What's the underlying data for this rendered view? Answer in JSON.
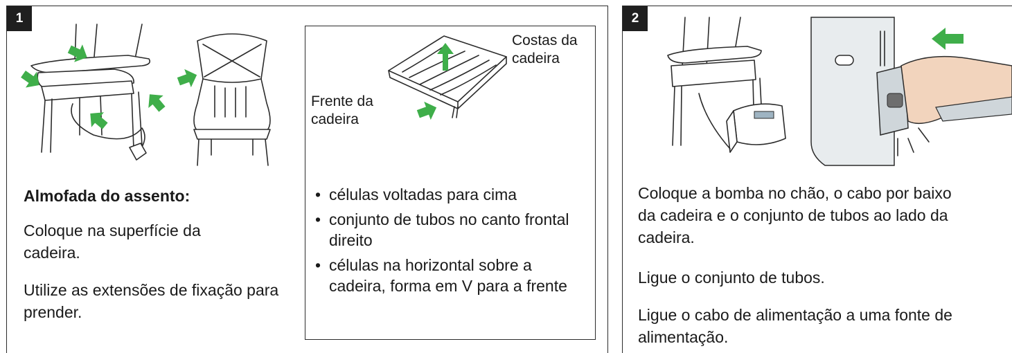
{
  "step1": {
    "number": "1",
    "heading": "Almofada do assento:",
    "para1": "Coloque na superfície da cadeira.",
    "para2": "Utilize as extensões de fixação para prender.",
    "diagram": {
      "front_label": "Frente da cadeira",
      "back_label": "Costas da cadeira"
    },
    "bullets": [
      "células voltadas para cima",
      "conjunto de tubos no canto frontal direito",
      "células na horizontal sobre a cadeira, forma em V para a frente"
    ]
  },
  "step2": {
    "number": "2",
    "para1": "Coloque a bomba no chão, o cabo por baixo da cadeira e o conjunto de tubos ao lado da cadeira.",
    "para2": "Ligue o conjunto de tubos.",
    "para3": "Ligue o cabo de alimentação a uma fonte de alimentação."
  },
  "colors": {
    "arrow": "#3fae4a",
    "border": "#2b2b2b",
    "badge": "#1f1f1f"
  },
  "icons": [
    "chair-with-cushion-illustration",
    "high-back-chair-illustration",
    "cushion-cells-illustration",
    "pump-illustration",
    "tube-connector-illustration",
    "green-arrow-icon"
  ]
}
